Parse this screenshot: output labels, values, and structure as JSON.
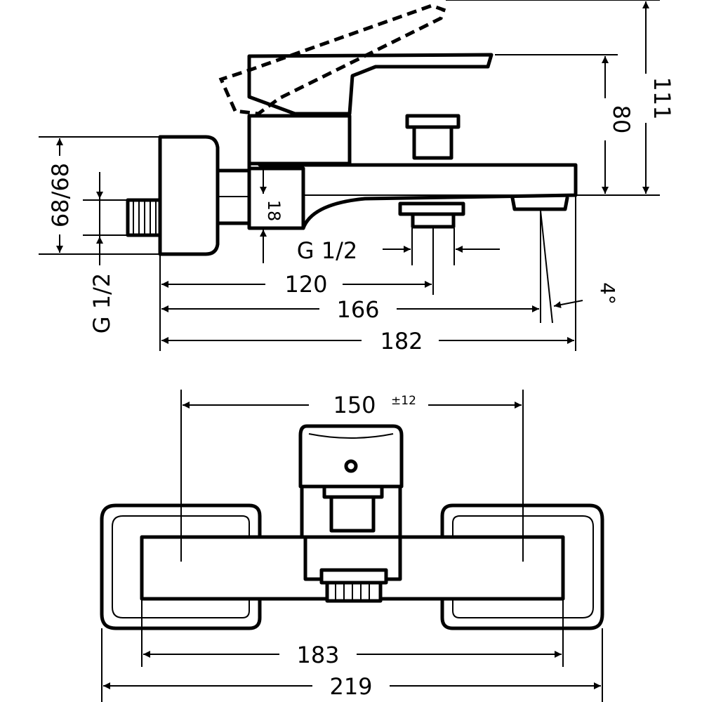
{
  "side_view": {
    "dim_overall_height": "111",
    "dim_spout_height": "80",
    "dim_wall_thickness": "68/68",
    "dim_inlet_offset": "18",
    "dim_outlet_thread": "G 1/2",
    "dim_inlet_thread": "G 1/2",
    "dim_outlet_distance": "120",
    "dim_spout_tip": "166",
    "dim_overall_projection": "182",
    "dim_spout_angle": "4°"
  },
  "front_view": {
    "dim_centres": "150",
    "dim_centres_tolerance": "±12",
    "dim_body_width": "183",
    "dim_overall_width": "219"
  }
}
